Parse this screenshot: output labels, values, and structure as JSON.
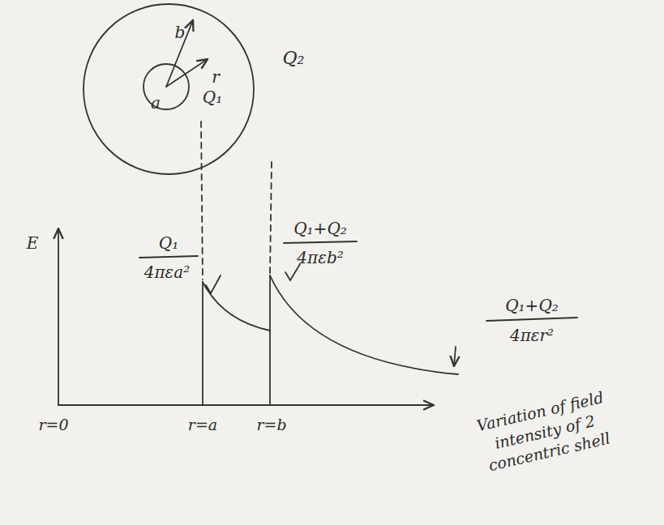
{
  "diagram": {
    "caption": "Variation of field intensity of 2 concentric shell",
    "labels": [
      "b",
      "r",
      "a",
      "Q₁",
      "Q₂",
      "E",
      "Q₁",
      "4πεa²",
      "Q₁+Q₂",
      "4πεb²",
      "Q₁+Q₂",
      "4πεr²",
      "r=0",
      "r=a",
      "r=b"
    ]
  }
}
